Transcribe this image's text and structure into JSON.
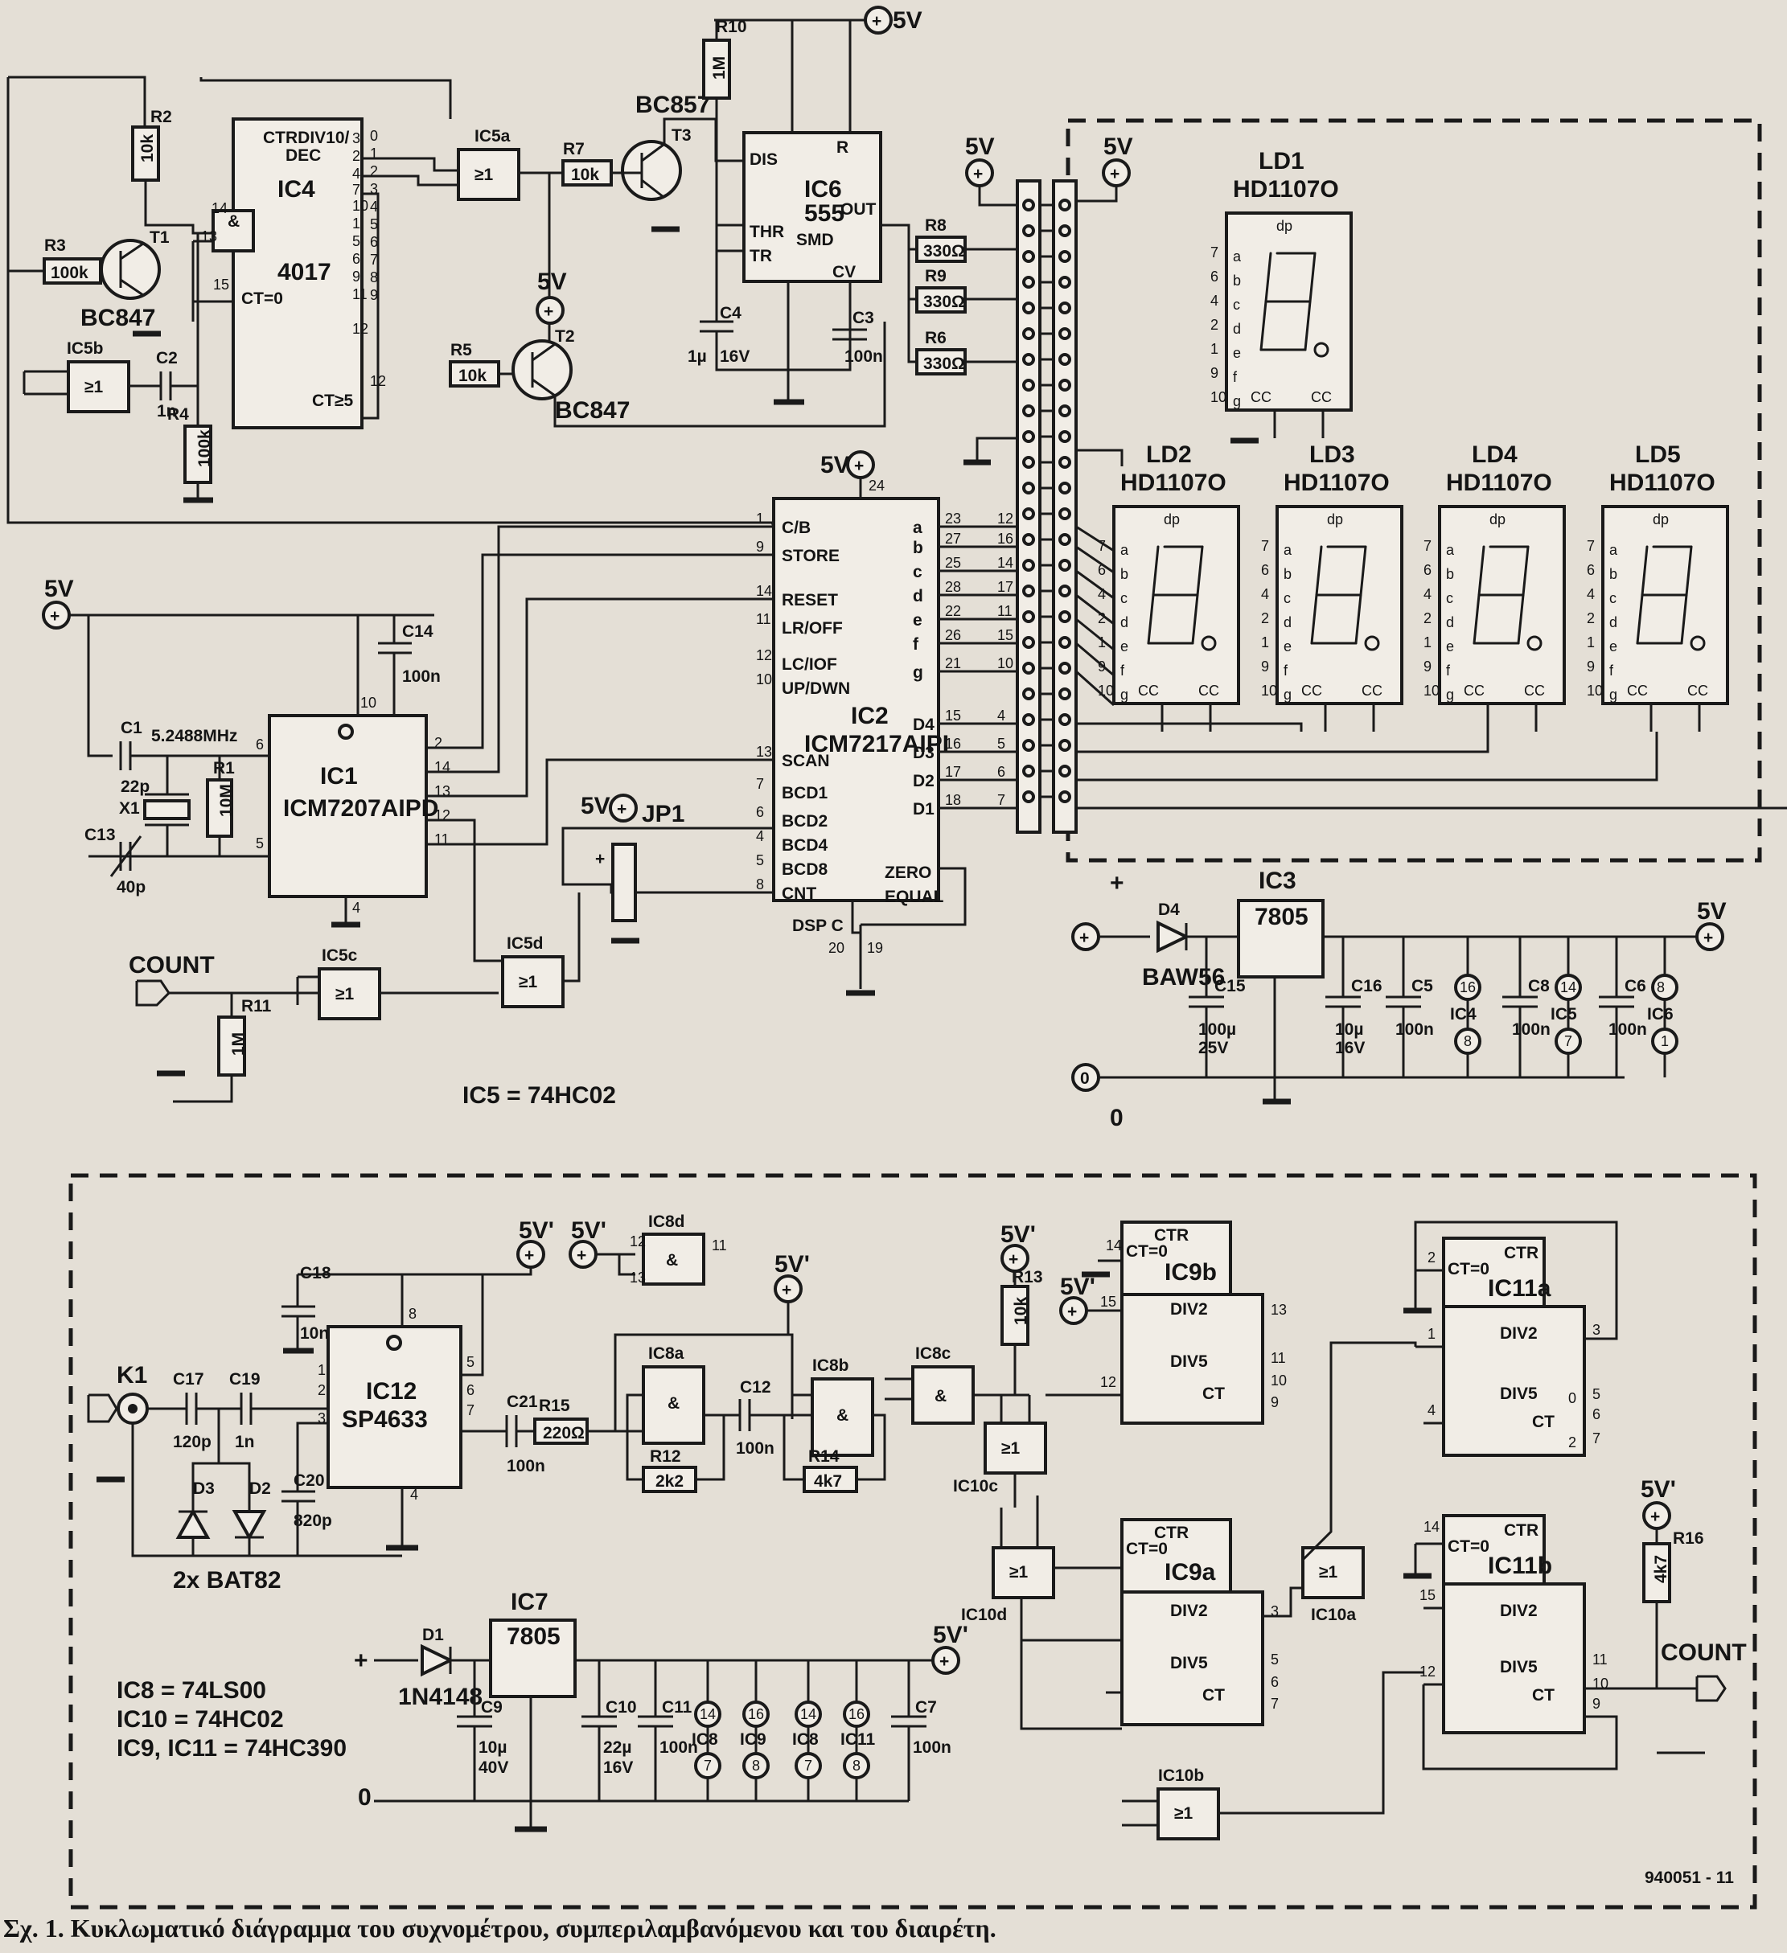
{
  "caption": "Σχ. 1. Κυκλωματικό διάγραμμα του συχνομέτρου, συμπεριλαμβανόμενου και του διαιρέτη.",
  "ref_code": "940051 - 11",
  "supply": {
    "v5": "5V",
    "v5p": "5V'",
    "zero": "0"
  },
  "ics": {
    "ic1": {
      "ref": "IC1",
      "part": "ICM7207AIPD"
    },
    "ic2": {
      "ref": "IC2",
      "part": "ICM7217AIPI"
    },
    "ic3": {
      "ref": "IC3",
      "part": "7805"
    },
    "ic4": {
      "ref": "IC4",
      "part": "4017",
      "func": "CTRDIV10/",
      "func2": "DEC",
      "ct0": "CT=0",
      "ct5": "CT≥5"
    },
    "ic5a": "IC5a",
    "ic5b": "IC5b",
    "ic5c": "IC5c",
    "ic5d": "IC5d",
    "ic6": {
      "ref": "IC6",
      "part": "555",
      "sub": "SMD"
    },
    "ic7": {
      "ref": "IC7",
      "part": "7805"
    },
    "ic8a": "IC8a",
    "ic8b": "IC8b",
    "ic8c": "IC8c",
    "ic8d": "IC8d",
    "ic9a": "IC9a",
    "ic9b": "IC9b",
    "ic10a": "IC10a",
    "ic10b": "IC10b",
    "ic10c": "IC10c",
    "ic10d": "IC10d",
    "ic11a": "IC11a",
    "ic11b": "IC11b",
    "ic12": {
      "ref": "IC12",
      "part": "SP4633"
    },
    "or_sym": "≥1",
    "and_sym": "&",
    "ctr": "CTR",
    "div2": "DIV2",
    "div5": "DIV5",
    "ct": "CT",
    "ct0": "CT=0"
  },
  "ic2_pins_left": [
    "C/B",
    "STORE",
    "RESET",
    "LR/OFF",
    "LC/IOF",
    "UP/DWN",
    "SCAN",
    "BCD1",
    "BCD2",
    "BCD4",
    "BCD8",
    "CNT"
  ],
  "ic2_pins_right": [
    "a",
    "b",
    "c",
    "d",
    "e",
    "f",
    "g",
    "D4",
    "D3",
    "D2",
    "D1"
  ],
  "ic2_pins_bottom": [
    "ZERO",
    "EQUAL",
    "DSP C"
  ],
  "ic6_pins": [
    "DIS",
    "THR",
    "TR",
    "OUT",
    "CV",
    "R"
  ],
  "displays": [
    {
      "ref": "LD1",
      "part": "HD1107O"
    },
    {
      "ref": "LD2",
      "part": "HD1107O"
    },
    {
      "ref": "LD3",
      "part": "HD1107O"
    },
    {
      "ref": "LD4",
      "part": "HD1107O"
    },
    {
      "ref": "LD5",
      "part": "HD1107O"
    }
  ],
  "seg_letters": [
    "dp",
    "a",
    "b",
    "c",
    "d",
    "e",
    "f",
    "g",
    "CC",
    "CC"
  ],
  "transistors": {
    "t1": {
      "ref": "T1",
      "part": "BC847"
    },
    "t2": {
      "ref": "T2",
      "part": "BC847"
    },
    "t3": {
      "ref": "T3",
      "part": "BC857"
    }
  },
  "resistors": {
    "r1": {
      "ref": "R1",
      "val": "10M"
    },
    "r2": {
      "ref": "R2",
      "val": "10k"
    },
    "r3": {
      "ref": "R3",
      "val": "100k"
    },
    "r4": {
      "ref": "R4",
      "val": "100k"
    },
    "r5": {
      "ref": "R5",
      "val": "10k"
    },
    "r6": {
      "ref": "R6",
      "val": "330Ω"
    },
    "r7": {
      "ref": "R7",
      "val": "10k"
    },
    "r8": {
      "ref": "R8",
      "val": "330Ω"
    },
    "r9": {
      "ref": "R9",
      "val": "330Ω"
    },
    "r10": {
      "ref": "R10",
      "val": "1M"
    },
    "r11": {
      "ref": "R11",
      "val": "1M"
    },
    "r12": {
      "ref": "R12",
      "val": "2k2"
    },
    "r13": {
      "ref": "R13",
      "val": "10k"
    },
    "r14": {
      "ref": "R14",
      "val": "4k7"
    },
    "r15": {
      "ref": "R15",
      "val": "220Ω"
    },
    "r16": {
      "ref": "R16",
      "val": "4k7"
    }
  },
  "capacitors": {
    "c1": {
      "ref": "C1",
      "val": "22p"
    },
    "c2": {
      "ref": "C2",
      "val": "1n"
    },
    "c3": {
      "ref": "C3",
      "val": "100n"
    },
    "c4": {
      "ref": "C4",
      "val": "1µ",
      "v": "16V"
    },
    "c5": {
      "ref": "C5",
      "val": "100n"
    },
    "c6": {
      "ref": "C6",
      "val": "100n"
    },
    "c7": {
      "ref": "C7",
      "val": "100n"
    },
    "c8": {
      "ref": "C8",
      "val": "100n"
    },
    "c9": {
      "ref": "C9",
      "val": "10µ",
      "v": "40V"
    },
    "c10": {
      "ref": "C10",
      "val": "22µ",
      "v": "16V"
    },
    "c11": {
      "ref": "C11",
      "val": "100n"
    },
    "c12": {
      "ref": "C12",
      "val": "100n"
    },
    "c13": {
      "ref": "C13",
      "val": "40p"
    },
    "c14": {
      "ref": "C14",
      "val": "100n"
    },
    "c15": {
      "ref": "C15",
      "val": "100µ",
      "v": "25V"
    },
    "c16": {
      "ref": "C16",
      "val": "10µ",
      "v": "16V"
    },
    "c17": {
      "ref": "C17",
      "val": "120p"
    },
    "c18": {
      "ref": "C18",
      "val": "10n"
    },
    "c19": {
      "ref": "C19",
      "val": "1n"
    },
    "c20": {
      "ref": "C20",
      "val": "820p"
    },
    "c21": {
      "ref": "C21",
      "val": "100n"
    }
  },
  "crystal": {
    "ref": "X1",
    "freq": "5.2488MHz"
  },
  "diodes": {
    "d1": {
      "ref": "D1",
      "part": "1N4148"
    },
    "d2": "D2",
    "d3": "D3",
    "d23_part": "2x BAT82",
    "d4": {
      "ref": "D4",
      "part": "BAW56"
    }
  },
  "jumper": "JP1",
  "connector_k1": "K1",
  "count_in": "COUNT",
  "count_out": "COUNT",
  "plus": "+",
  "notes": {
    "ic5": "IC5 = 74HC02",
    "ic8": "IC8 = 74LS00",
    "ic10": "IC10 = 74HC02",
    "ic9_11": "IC9, IC11 = 74HC390"
  },
  "power_pins": [
    {
      "top": "16",
      "ic": "IC4",
      "bot": "8"
    },
    {
      "top": "14",
      "ic": "IC5",
      "bot": "7"
    },
    {
      "top": "8",
      "ic": "IC6",
      "bot": "1"
    }
  ],
  "power_pins2": [
    {
      "top": "14",
      "ic": "IC8",
      "bot": "7"
    },
    {
      "top": "16",
      "ic": "IC9",
      "bot": "8"
    },
    {
      "top": "14",
      "ic": "IC8",
      "bot": "7"
    },
    {
      "top": "16",
      "ic": "IC11",
      "bot": "8"
    }
  ]
}
